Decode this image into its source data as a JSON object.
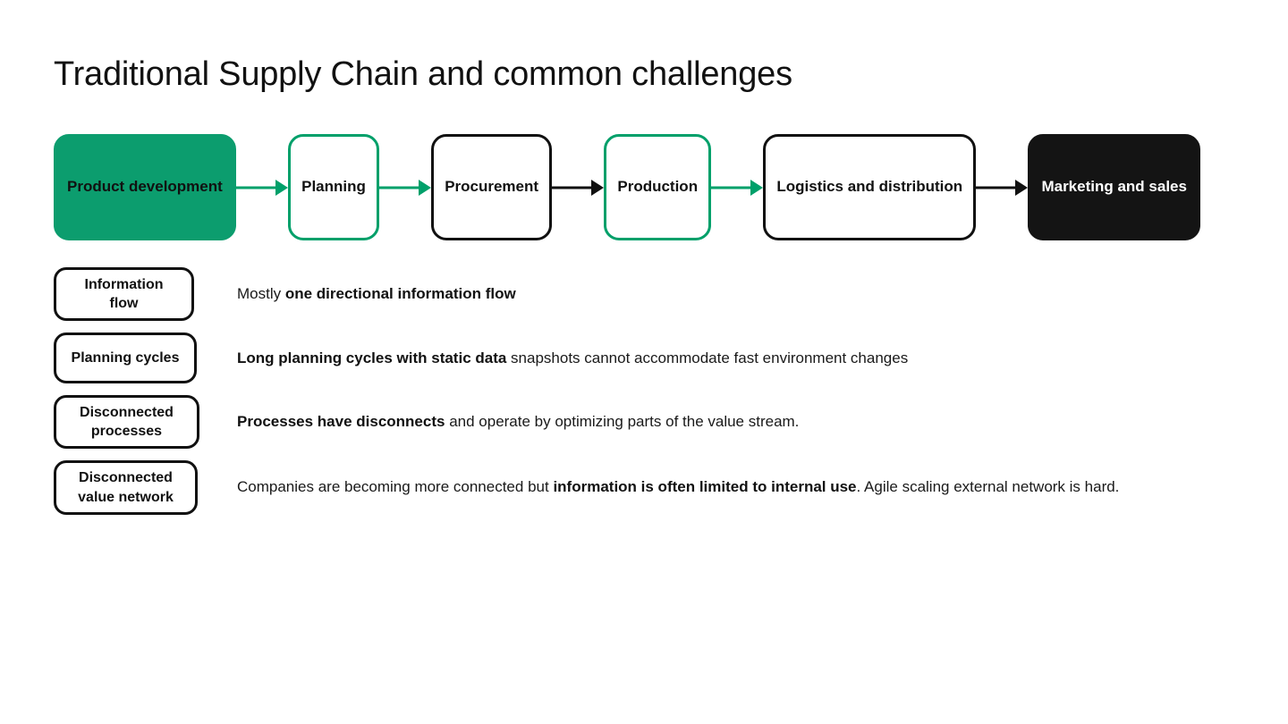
{
  "slide": {
    "title": "Traditional Supply Chain and common challenges",
    "colors": {
      "green": "#0C9D6E",
      "green_border": "#00A06A",
      "dark": "#141414",
      "text": "#111111",
      "background": "#ffffff"
    }
  },
  "flow": {
    "nodes": [
      {
        "label": "Product development",
        "style": "fill-green"
      },
      {
        "label": "Planning",
        "style": "outline-green"
      },
      {
        "label": "Procurement",
        "style": "outline-dark"
      },
      {
        "label": "Production",
        "style": "outline-green"
      },
      {
        "label": "Logistics and distribution",
        "style": "outline-dark"
      },
      {
        "label": "Marketing and sales",
        "style": "fill-dark"
      }
    ],
    "arrows": [
      {
        "color": "green"
      },
      {
        "color": "green"
      },
      {
        "color": "dark"
      },
      {
        "color": "green"
      },
      {
        "color": "dark"
      }
    ]
  },
  "challenges": [
    {
      "chip": "Information flow",
      "description_parts": [
        {
          "text": "Mostly ",
          "bold": false
        },
        {
          "text": "one directional information flow",
          "bold": true
        }
      ]
    },
    {
      "chip": "Planning cycles",
      "description_parts": [
        {
          "text": "Long planning cycles with static data",
          "bold": true
        },
        {
          "text": " snapshots cannot accommodate fast environment changes",
          "bold": false
        }
      ]
    },
    {
      "chip": "Disconnected processes",
      "description_parts": [
        {
          "text": "Processes have disconnects",
          "bold": true
        },
        {
          "text": " and operate by optimizing parts of the value stream.",
          "bold": false
        }
      ]
    },
    {
      "chip": "Disconnected value network",
      "description_parts": [
        {
          "text": "Companies are becoming more connected but ",
          "bold": false
        },
        {
          "text": "information is often limited to internal use",
          "bold": true
        },
        {
          "text": ". Agile scaling external network is hard.",
          "bold": false
        }
      ]
    }
  ]
}
